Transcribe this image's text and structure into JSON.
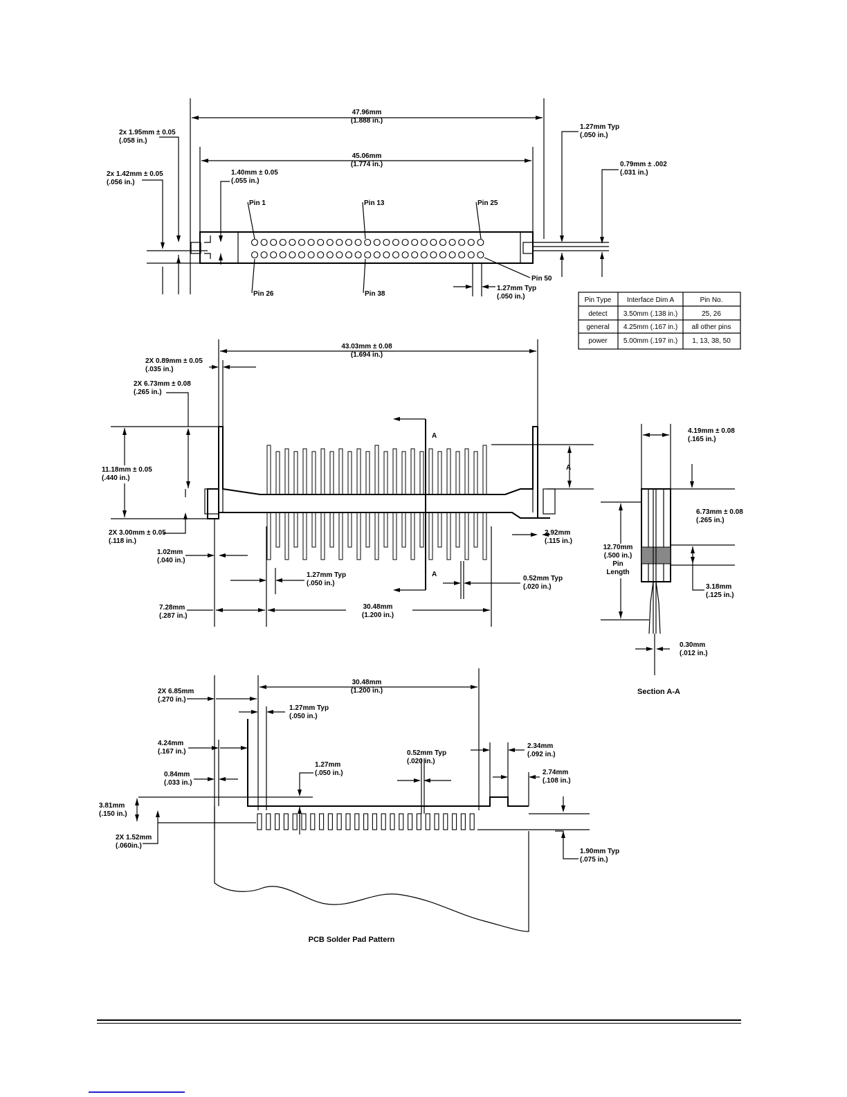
{
  "top_view": {
    "overall_width": [
      "47.96mm",
      "(1.888 in.)"
    ],
    "inner_width": [
      "45.06mm",
      "(1.774 in.)"
    ],
    "hole_dia": [
      "2x 1.95mm ± 0.05",
      "(.058 in.)"
    ],
    "hole_dia2": [
      "2x 1.42mm ± 0.05",
      "(.056 in.)"
    ],
    "slot": [
      "1.40mm ± 0.05",
      "(.055 in.)"
    ],
    "pitch_top": [
      "1.27mm Typ",
      "(.050 in.)"
    ],
    "pin_dia": [
      "0.79mm ± .002",
      "(.031 in.)"
    ],
    "pitch_bottom": [
      "1.27mm Typ",
      "(.050 in.)"
    ],
    "pins": [
      "Pin 1",
      "Pin 13",
      "Pin 25",
      "Pin 26",
      "Pin 38",
      "Pin 50"
    ]
  },
  "pin_table": {
    "headers": [
      "Pin Type",
      "Interface Dim A",
      "Pin No."
    ],
    "rows": [
      [
        "detect",
        "3.50mm (.138 in.)",
        "25, 26"
      ],
      [
        "general",
        "4.25mm (.167 in.)",
        "all other pins"
      ],
      [
        "power",
        "5.00mm (.197 in.)",
        "1, 13, 38, 50"
      ]
    ]
  },
  "side_view": {
    "width": [
      "43.03mm ± 0.08",
      "(1.694 in.)"
    ],
    "slot_w": [
      "2X 0.89mm ± 0.05",
      "(.035 in.)"
    ],
    "flange_h": [
      "2X 6.73mm ± 0.08",
      "(.265 in.)"
    ],
    "height": [
      "11.18mm ± 0.05",
      "(.440 in.)"
    ],
    "post": [
      "2X 3.00mm ± 0.05",
      "(.118 in.)"
    ],
    "offset": [
      "1.02mm",
      "(.040 in.)"
    ],
    "pitch": [
      "1.27mm Typ",
      "(.050 in.)"
    ],
    "pin_w": [
      "0.52mm Typ",
      "(.020 in.)"
    ],
    "edge_gap": [
      "2.92mm",
      "(.115 in.)"
    ],
    "lead_in": [
      "7.28mm",
      "(.287 in.)"
    ],
    "span": [
      "30.48mm",
      "(1.200 in.)"
    ],
    "dim_a": "A",
    "section_mark": "A"
  },
  "section_view": {
    "depth": [
      "4.19mm ± 0.08",
      "(.165 in.)"
    ],
    "body": [
      "6.73mm ± 0.08",
      "(.265 in.)"
    ],
    "pin_len": [
      "12.70mm",
      "(.500 in.)",
      "Pin",
      "Length"
    ],
    "collar": [
      "3.18mm",
      "(.125 in.)"
    ],
    "pin_thk": [
      "0.30mm",
      "(.012 in.)"
    ],
    "caption": "Section A-A"
  },
  "pcb_view": {
    "span": [
      "30.48mm",
      "(1.200 in.)"
    ],
    "edge": [
      "2X 6.85mm",
      "(.270 in.)"
    ],
    "pitch": [
      "1.27mm Typ",
      "(.050 in.)"
    ],
    "offset": [
      "4.24mm",
      "(.167 in.)"
    ],
    "gap": [
      "0.84mm",
      "(.033 in.)"
    ],
    "pad_h": [
      "1.27mm",
      "(.050 in.)"
    ],
    "pad_w": [
      "0.52mm Typ",
      "(.020 in.)"
    ],
    "r1": [
      "2.34mm",
      "(.092 in.)"
    ],
    "r2": [
      "2.74mm",
      "(.108 in.)"
    ],
    "depth": [
      "3.81mm",
      "(.150 in.)"
    ],
    "hole": [
      "2X 1.52mm",
      "(.060in.)"
    ],
    "pad_len": [
      "1.90mm Typ",
      "(.075 in.)"
    ],
    "caption": "PCB Solder Pad Pattern"
  }
}
